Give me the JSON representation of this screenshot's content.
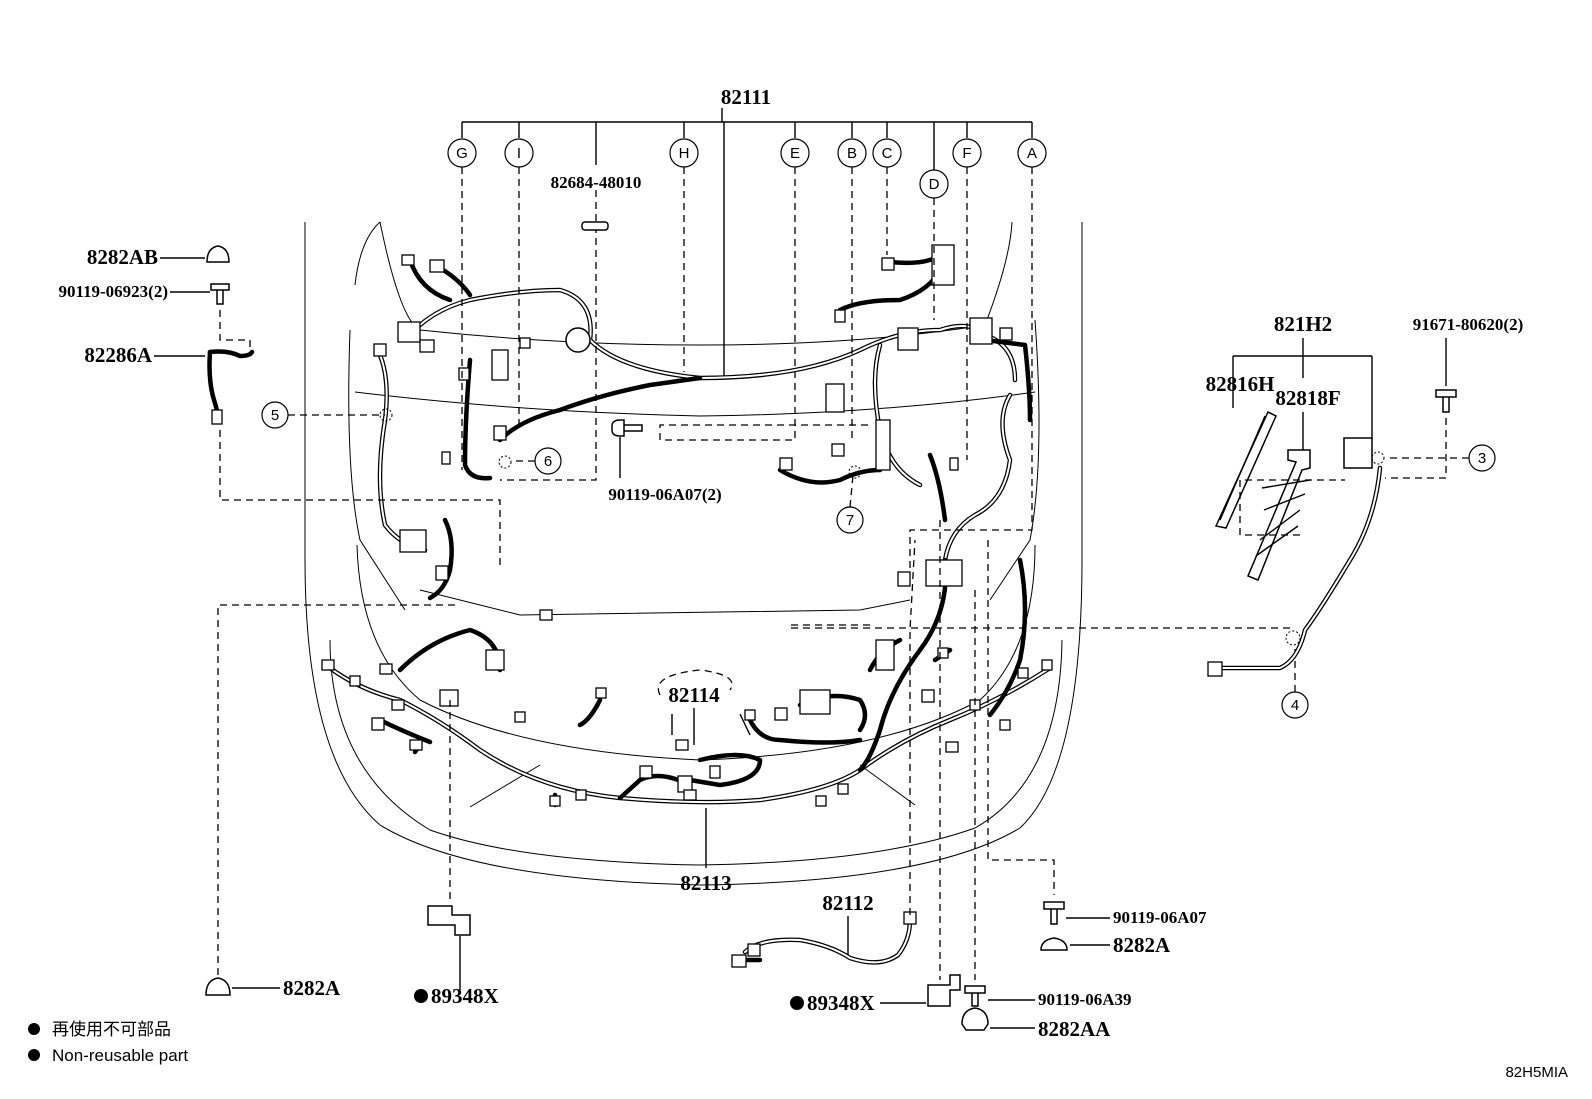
{
  "labels": {
    "main_harness": "82111",
    "sub_top": "82684-48010",
    "clamp_8282AB": "8282AB",
    "bolt_left_top": "90119-06923(2)",
    "harness_82286A": "82286A",
    "bolt_mid": "90119-06A07(2)",
    "group_821H2": "821H2",
    "bolt_right_top": "91671-80620(2)",
    "part_82816H": "82816H",
    "part_82818F": "82818F",
    "harness_82114": "82114",
    "harness_82113": "82113",
    "harness_82112": "82112",
    "bolt_right_mid": "90119-06A07",
    "clamp_8282A_right": "8282A",
    "clamp_8282A_left": "8282A",
    "bracket_left": "89348X",
    "bracket_center": "89348X",
    "bolt_right_low": "90119-06A39",
    "clamp_8282AA": "8282AA"
  },
  "callouts": {
    "G": "G",
    "I": "I",
    "H": "H",
    "E": "E",
    "B": "B",
    "C": "C",
    "D": "D",
    "F": "F",
    "A": "A",
    "n3": "3",
    "n4": "4",
    "n5": "5",
    "n6": "6",
    "n7": "7"
  },
  "legend": {
    "line_jp": "再使用不可部品",
    "line_en": "Non-reusable part"
  },
  "diagram_code": "82H5MIA"
}
